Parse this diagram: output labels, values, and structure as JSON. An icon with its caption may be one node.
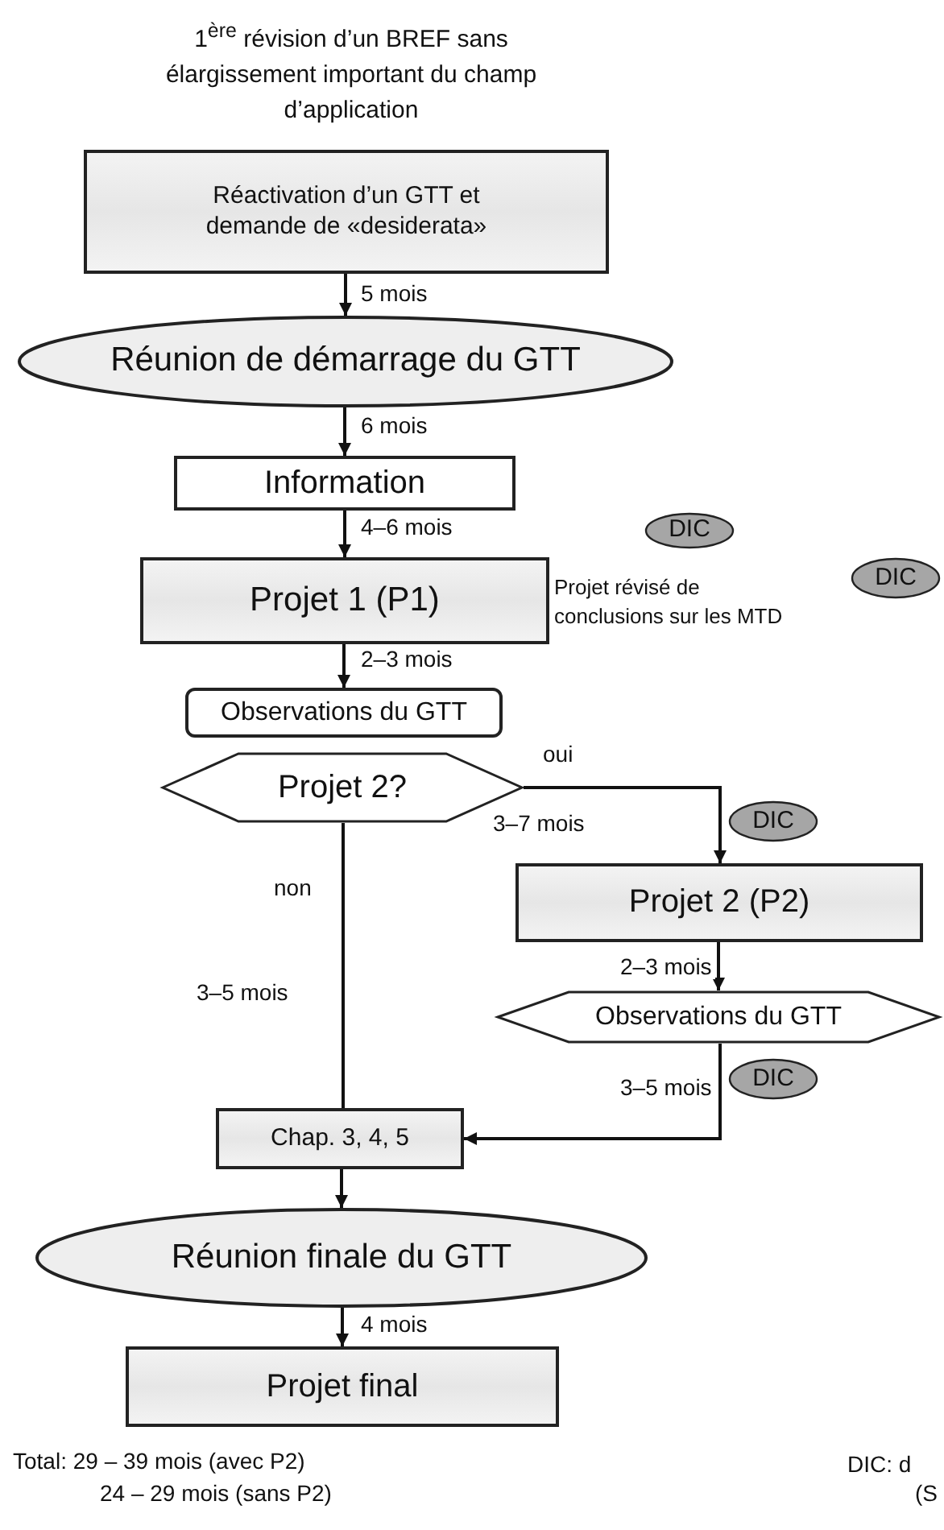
{
  "diagram": {
    "title": "1$^{ère}$ révision d’un BREF sans élargissement important du champ d’application",
    "nodes": [
      {
        "text": [
          "Réactivation d’un GTT et demande de «desiderata»"
        ]
      },
      {
        "text": [
          "Réunion de démarrage du GTT"
        ]
      },
      {
        "text": [
          "Information"
        ]
      },
      {
        "text": [
          "DIC"
        ]
      },
      {
        "text": [
          "Projet 1 (P1)"
        ],
        "beside": [
          "Projet révisé de conclusions sur les MTD"
        ]
      },
      {
        "text": [
          "DIC"
        ]
      },
      {
        "text": [
          "Observations du GTT"
        ]
      },
      {
        "text": [
          "Projet 2?"
        ]
      },
      {
        "text": [
          "DIC"
        ]
      },
      {
        "text": [
          "Projet 2 (P2)"
        ]
      },
      {
        "text": [
          "Observations du GTT"
        ]
      },
      {
        "text": [
          "DIC"
        ]
      },
      {
        "text": [
          "Chap. 3, 4, 5"
        ]
      },
      {
        "text": [
          "Réunion finale du GTT"
        ]
      },
      {
        "text": [
          "Projet final"
        ]
      }
    ],
    "edges": [
      {
        "from": 0,
        "to": 1,
        "arrow": "to",
        "label": "5 mois"
      },
      {
        "from": 1,
        "to": 2,
        "arrow": "to",
        "label": "6 mois"
      },
      {
        "from": 2,
        "to": 4,
        "arrow": "to",
        "label": "4–6 mois"
      },
      {
        "from": 4,
        "to": 6,
        "arrow": "to",
        "label": "2–3 mois"
      },
      {
        "from": 7,
        "to": 9,
        "arrow": "to",
        "label": "oui"
      },
      {
        "from": 7,
        "to": 12,
        "arrow": "none",
        "label": "non"
      },
      {
        "from": 9,
        "to": 10,
        "arrow": "to",
        "label": "2–3 mois"
      },
      {
        "from": 10,
        "to": 12,
        "arrow": "to",
        "label": "3–5 mois"
      },
      {
        "from": 12,
        "to": 13,
        "arrow": "to"
      },
      {
        "from": 13,
        "to": 14,
        "arrow": "to",
        "label": "4 mois"
      }
    ],
    "labels": [
      "3–7 mois",
      "3–5 mois",
      "Total: 29 – 39 mois (avec P2)",
      "24 – 29 mois (sans P2)",
      "DIC: d",
      "(S"
    ]
  }
}
